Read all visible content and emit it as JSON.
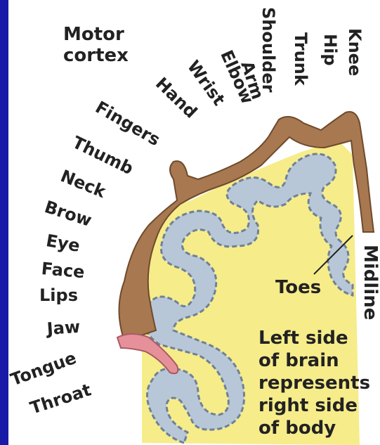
{
  "title_lines": [
    "Motor",
    "cortex"
  ],
  "body_parts_vertical": [
    "Knee",
    "Hip",
    "Trunk",
    "Shoulder",
    "Arm",
    "Elbow",
    "Wrist",
    "Hand"
  ],
  "body_parts_diagonal": [
    "Fingers",
    "Thumb",
    "Neck",
    "Brow"
  ],
  "body_parts_horizontal": [
    "Eye",
    "Face",
    "Lips",
    "Jaw"
  ],
  "body_parts_lower": [
    "Tongue",
    "Throat"
  ],
  "toes_label": "Toes",
  "midline_label": "Midline",
  "caption_lines": [
    "Left side",
    "of brain",
    "represents",
    "right side",
    "of body"
  ],
  "colors": {
    "background_border": "#1a1aa8",
    "cortex_fill": "#f6ec8a",
    "gyri_fill": "#b8c7d8",
    "homunculus_fill": "#a87850",
    "lip_fill": "#e6919a"
  }
}
